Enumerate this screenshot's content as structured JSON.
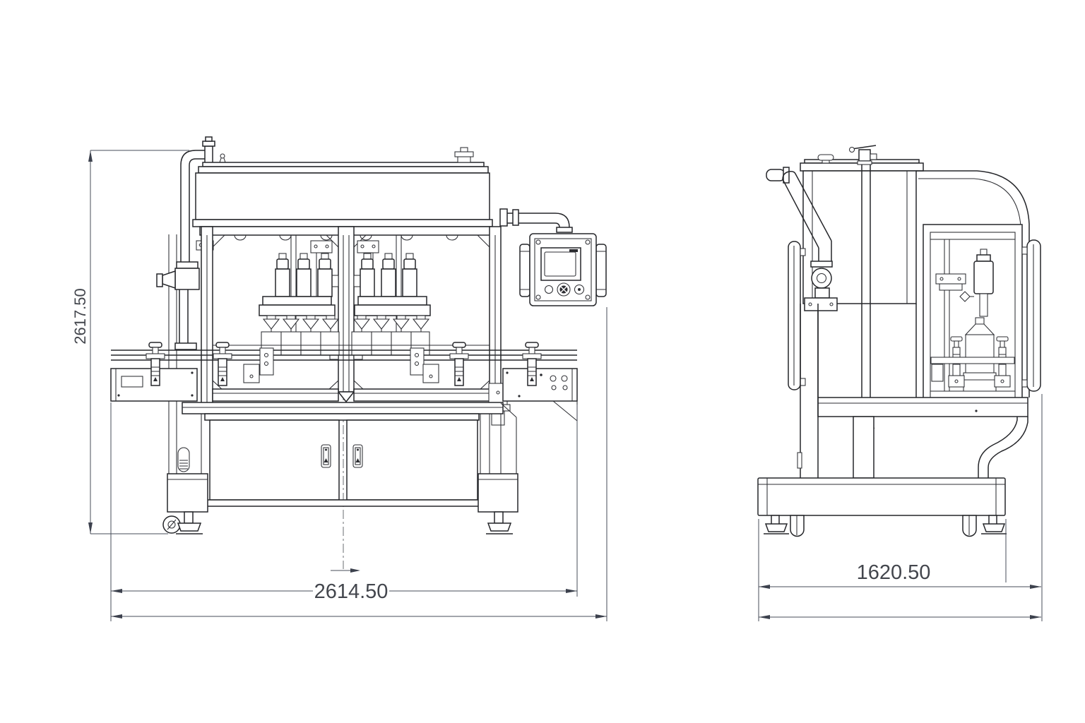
{
  "drawing": {
    "type": "technical-drawing",
    "subject": "automatic bottle filling machine - front and side elevation views",
    "background": "#ffffff",
    "line_color": "#25262a",
    "dimension_color": "#474c58",
    "views": {
      "front": {
        "dimensions": {
          "height": "2617.50",
          "width": "2614.50"
        }
      },
      "side": {
        "dimensions": {
          "depth": "1620.50"
        }
      }
    }
  }
}
